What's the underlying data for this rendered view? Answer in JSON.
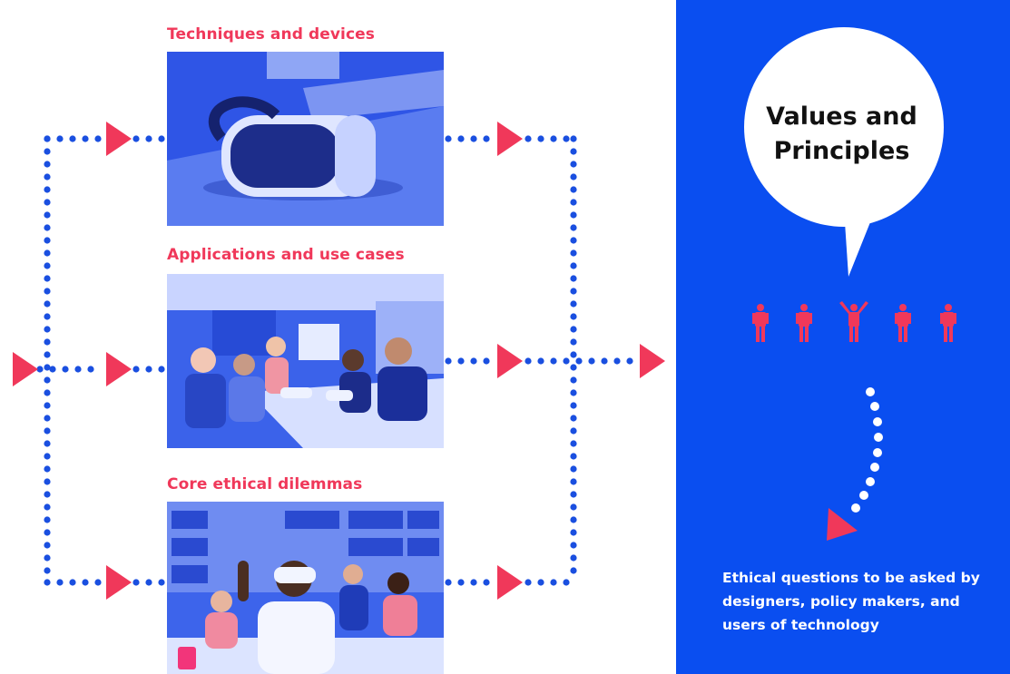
{
  "labels": {
    "techniques": "Techniques and devices",
    "applications": "Applications and use cases",
    "dilemmas": "Core ethical dilemmas"
  },
  "bubble": {
    "title": "Values and Principles"
  },
  "questions": {
    "text": "Ethical questions to be asked by designers, policy makers, and users of technology"
  },
  "colors": {
    "accent": "#f0385a",
    "panel": "#0a4ef0",
    "dots": "#1a4fe0",
    "photo_tint": "#3a5fe8"
  },
  "people": {
    "count": 5,
    "raised_arms_index": 2
  }
}
